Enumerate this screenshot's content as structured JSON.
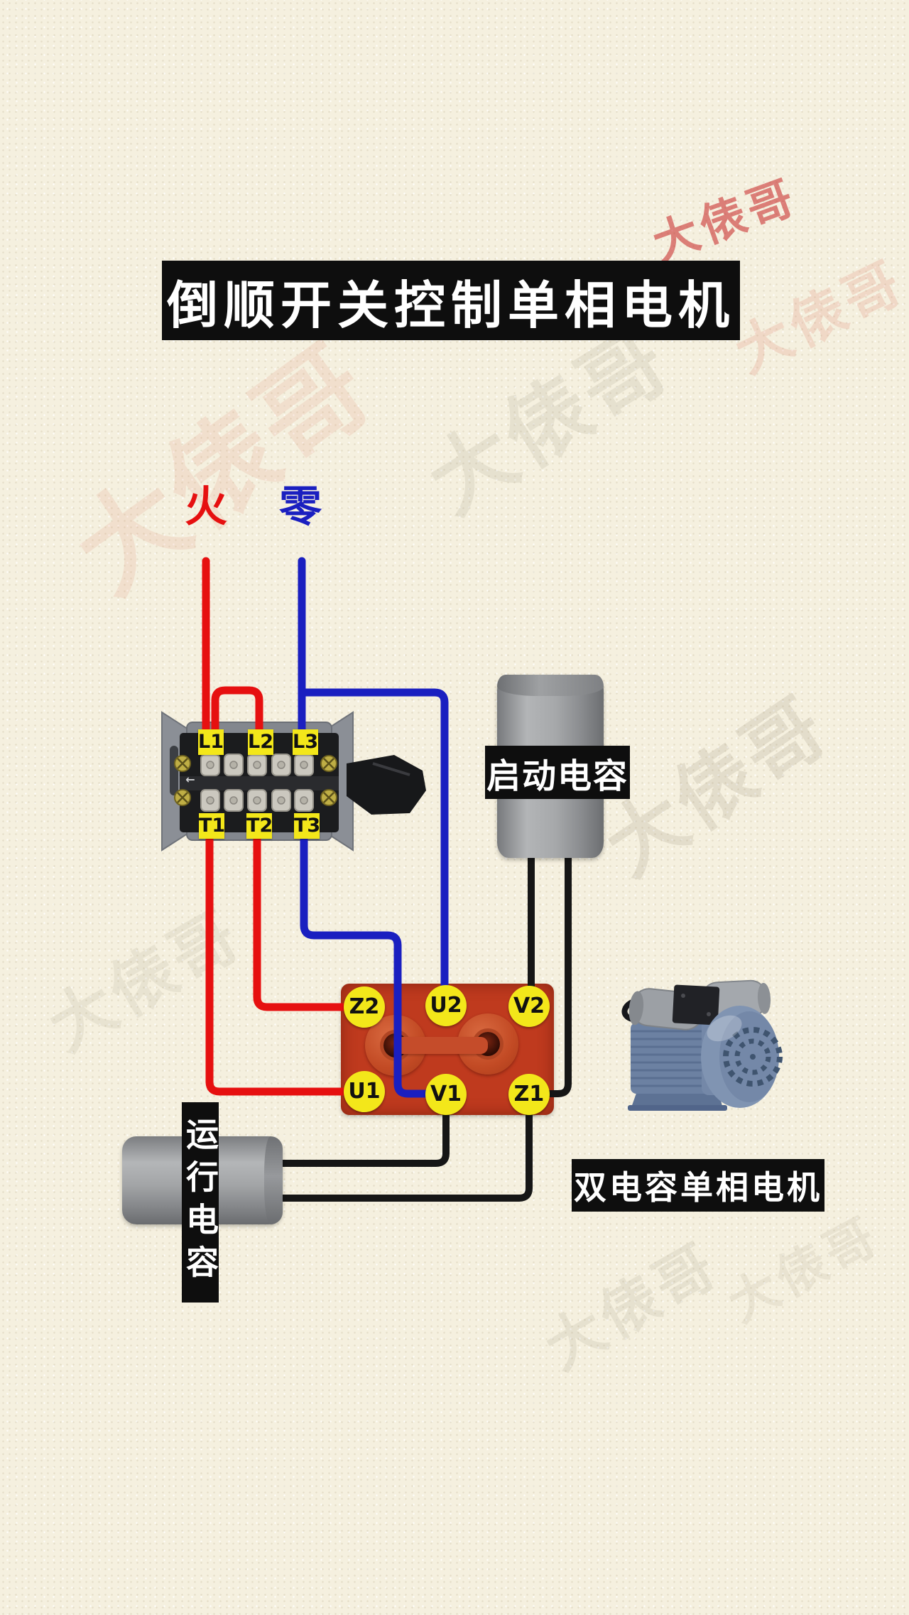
{
  "title": "倒顺开关控制单相电机",
  "power": {
    "live": "火",
    "neutral": "零"
  },
  "switch": {
    "top": [
      "L1",
      "L2",
      "L3"
    ],
    "bottom": [
      "T1",
      "T2",
      "T3"
    ],
    "arrow": "←"
  },
  "block": {
    "top": [
      "Z2",
      "U2",
      "V2"
    ],
    "bottom": [
      "U1",
      "V1",
      "Z1"
    ]
  },
  "captions": {
    "start_capacitor": "启动电容",
    "run_capacitor": "运行电容",
    "motor": "双电容单相电机"
  },
  "watermark": {
    "text": "大俵哥"
  },
  "colors": {
    "live": "#e61010",
    "neutral": "#1a1fc0",
    "black_wire": "#161616",
    "label_yellow": "#f3e71a",
    "block_red": "#bf3a1e",
    "title_bg": "#0e0e0e",
    "title_fg": "#ffffff",
    "background": "#f5f0df"
  }
}
